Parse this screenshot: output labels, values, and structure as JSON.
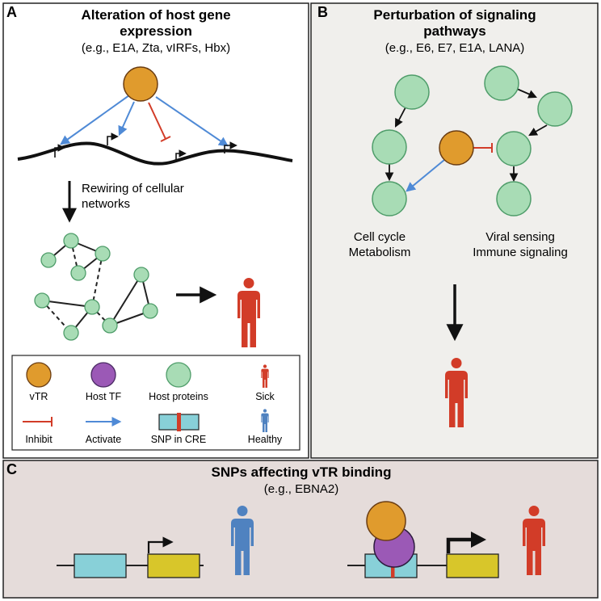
{
  "panel_a": {
    "letter": "A",
    "title_line1": "Alteration of host gene",
    "title_line2": "expression",
    "subtitle": "(e.g., E1A, Zta, vIRFs, Hbx)",
    "rewiring_line1": "Rewiring of cellular",
    "rewiring_line2": "networks"
  },
  "panel_b": {
    "letter": "B",
    "title_line1": "Perturbation of signaling",
    "title_line2": "pathways",
    "subtitle": "(e.g., E6, E7, E1A, LANA)",
    "left_label_line1": "Cell cycle",
    "left_label_line2": "Metabolism",
    "right_label_line1": "Viral sensing",
    "right_label_line2": "Immune signaling"
  },
  "panel_c": {
    "letter": "C",
    "title": "SNPs affecting vTR binding",
    "subtitle": "(e.g., EBNA2)"
  },
  "legend": {
    "vtr": "vTR",
    "host_tf": "Host TF",
    "host_proteins": "Host proteins",
    "sick": "Sick",
    "inhibit": "Inhibit",
    "activate": "Activate",
    "snp_in_cre": "SNP in CRE",
    "healthy": "Healthy"
  },
  "colors": {
    "vtr": "#e09b2d",
    "host_tf": "#9b59b6",
    "host_protein": "#a8dcb5",
    "sick": "#d23c28",
    "healthy": "#4f82c0",
    "inhibit": "#d23c28",
    "activate": "#4f8ad6",
    "cre": "#88d0d8",
    "gene": "#d8c62a",
    "panel_b_bg": "#f0efec",
    "panel_c_bg": "#e5dcda"
  }
}
